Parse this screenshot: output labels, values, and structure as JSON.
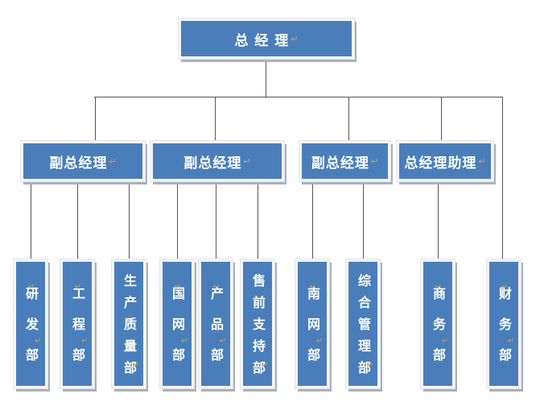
{
  "org": {
    "root_label": "总 经 理",
    "level2": [
      {
        "label": "副总经理",
        "children": [
          "研发部",
          "工程部",
          "生产质量部"
        ]
      },
      {
        "label": "副总经理",
        "children": [
          "国网部",
          "产品部",
          "售前支持部"
        ]
      },
      {
        "label": "副总经理",
        "children": [
          "南网部",
          "综合管理部"
        ]
      },
      {
        "label": "总经理助理",
        "children": [
          "商务部"
        ]
      }
    ],
    "root_direct_children": [
      "财务部"
    ]
  },
  "marks": {
    "return_glyph": "↵"
  },
  "colors": {
    "node_fill": "#4a7ebb",
    "node_text": "#ffffff",
    "node_frame": "#f5f6f8",
    "node_shadow": "#a9b0bc",
    "connector": "#555555",
    "return_mark": "#c2a35f",
    "background": "#ffffff"
  },
  "diagram_type": "organization-chart"
}
